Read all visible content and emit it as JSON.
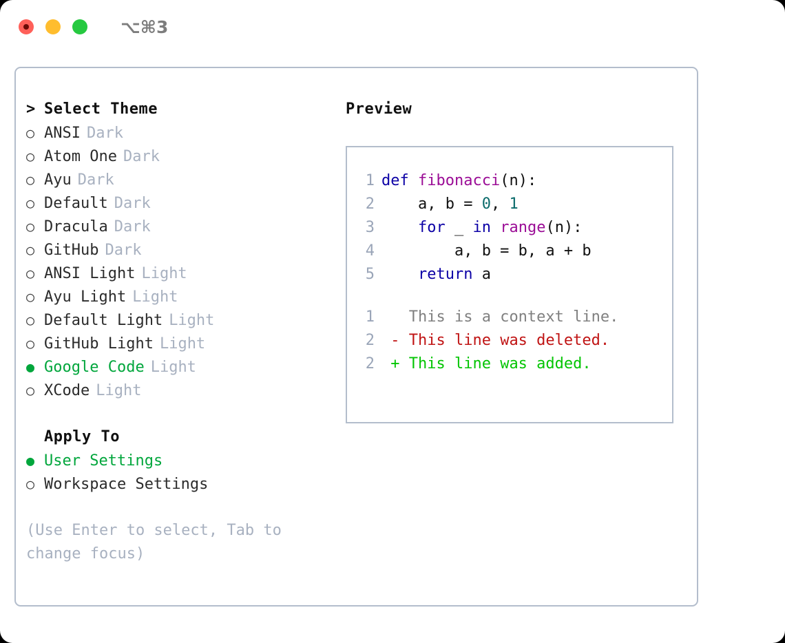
{
  "window": {
    "shortcut": "⌥⌘3",
    "traffic_lights": [
      "close-red",
      "minimize-yellow",
      "maximize-green"
    ],
    "colors": {
      "red": "#ff6059",
      "yellow": "#ffbd2e",
      "green": "#26c940",
      "border": "#b3bdcc",
      "accent_green": "#01a63c",
      "muted": "#a8b1c0"
    }
  },
  "theme_list": {
    "header": "Select Theme",
    "prompt": ">",
    "bullet_empty": "○",
    "bullet_filled": "●",
    "items": [
      {
        "name": "ANSI",
        "kind": "Dark",
        "selected": false
      },
      {
        "name": "Atom One",
        "kind": "Dark",
        "selected": false
      },
      {
        "name": "Ayu",
        "kind": "Dark",
        "selected": false
      },
      {
        "name": "Default",
        "kind": "Dark",
        "selected": false
      },
      {
        "name": "Dracula",
        "kind": "Dark",
        "selected": false
      },
      {
        "name": "GitHub",
        "kind": "Dark",
        "selected": false
      },
      {
        "name": "ANSI Light",
        "kind": "Light",
        "selected": false
      },
      {
        "name": "Ayu Light",
        "kind": "Light",
        "selected": false
      },
      {
        "name": "Default Light",
        "kind": "Light",
        "selected": false
      },
      {
        "name": "GitHub Light",
        "kind": "Light",
        "selected": false
      },
      {
        "name": "Google Code",
        "kind": "Light",
        "selected": true
      },
      {
        "name": "XCode",
        "kind": "Light",
        "selected": false
      }
    ]
  },
  "apply_to": {
    "header": "Apply To",
    "items": [
      {
        "name": "User Settings",
        "selected": true
      },
      {
        "name": "Workspace Settings",
        "selected": false
      }
    ]
  },
  "hint": "(Use Enter to select, Tab to change focus)",
  "preview": {
    "title": "Preview",
    "code_lines": [
      {
        "no": "1",
        "tokens": [
          {
            "t": "def ",
            "c": "kw"
          },
          {
            "t": "fibonacci",
            "c": "fn"
          },
          {
            "t": "(n):",
            "c": "plain"
          }
        ]
      },
      {
        "no": "2",
        "tokens": [
          {
            "t": "    a, b = ",
            "c": "plain"
          },
          {
            "t": "0",
            "c": "num"
          },
          {
            "t": ", ",
            "c": "plain"
          },
          {
            "t": "1",
            "c": "num"
          }
        ]
      },
      {
        "no": "3",
        "tokens": [
          {
            "t": "    ",
            "c": "plain"
          },
          {
            "t": "for",
            "c": "kw"
          },
          {
            "t": " _ ",
            "c": "plain"
          },
          {
            "t": "in",
            "c": "kw"
          },
          {
            "t": " ",
            "c": "plain"
          },
          {
            "t": "range",
            "c": "fn"
          },
          {
            "t": "(n):",
            "c": "plain"
          }
        ]
      },
      {
        "no": "4",
        "tokens": [
          {
            "t": "        a, b = b, a + b",
            "c": "plain"
          }
        ]
      },
      {
        "no": "5",
        "tokens": [
          {
            "t": "    ",
            "c": "plain"
          },
          {
            "t": "return",
            "c": "kw"
          },
          {
            "t": " a",
            "c": "plain"
          }
        ]
      }
    ],
    "diff_lines": [
      {
        "no": "1",
        "marker": " ",
        "text": " This is a context line.",
        "c": "ctx"
      },
      {
        "no": "2",
        "marker": "-",
        "text": " This line was deleted.",
        "c": "del"
      },
      {
        "no": "2",
        "marker": "+",
        "text": " This line was added.",
        "c": "add"
      }
    ]
  }
}
